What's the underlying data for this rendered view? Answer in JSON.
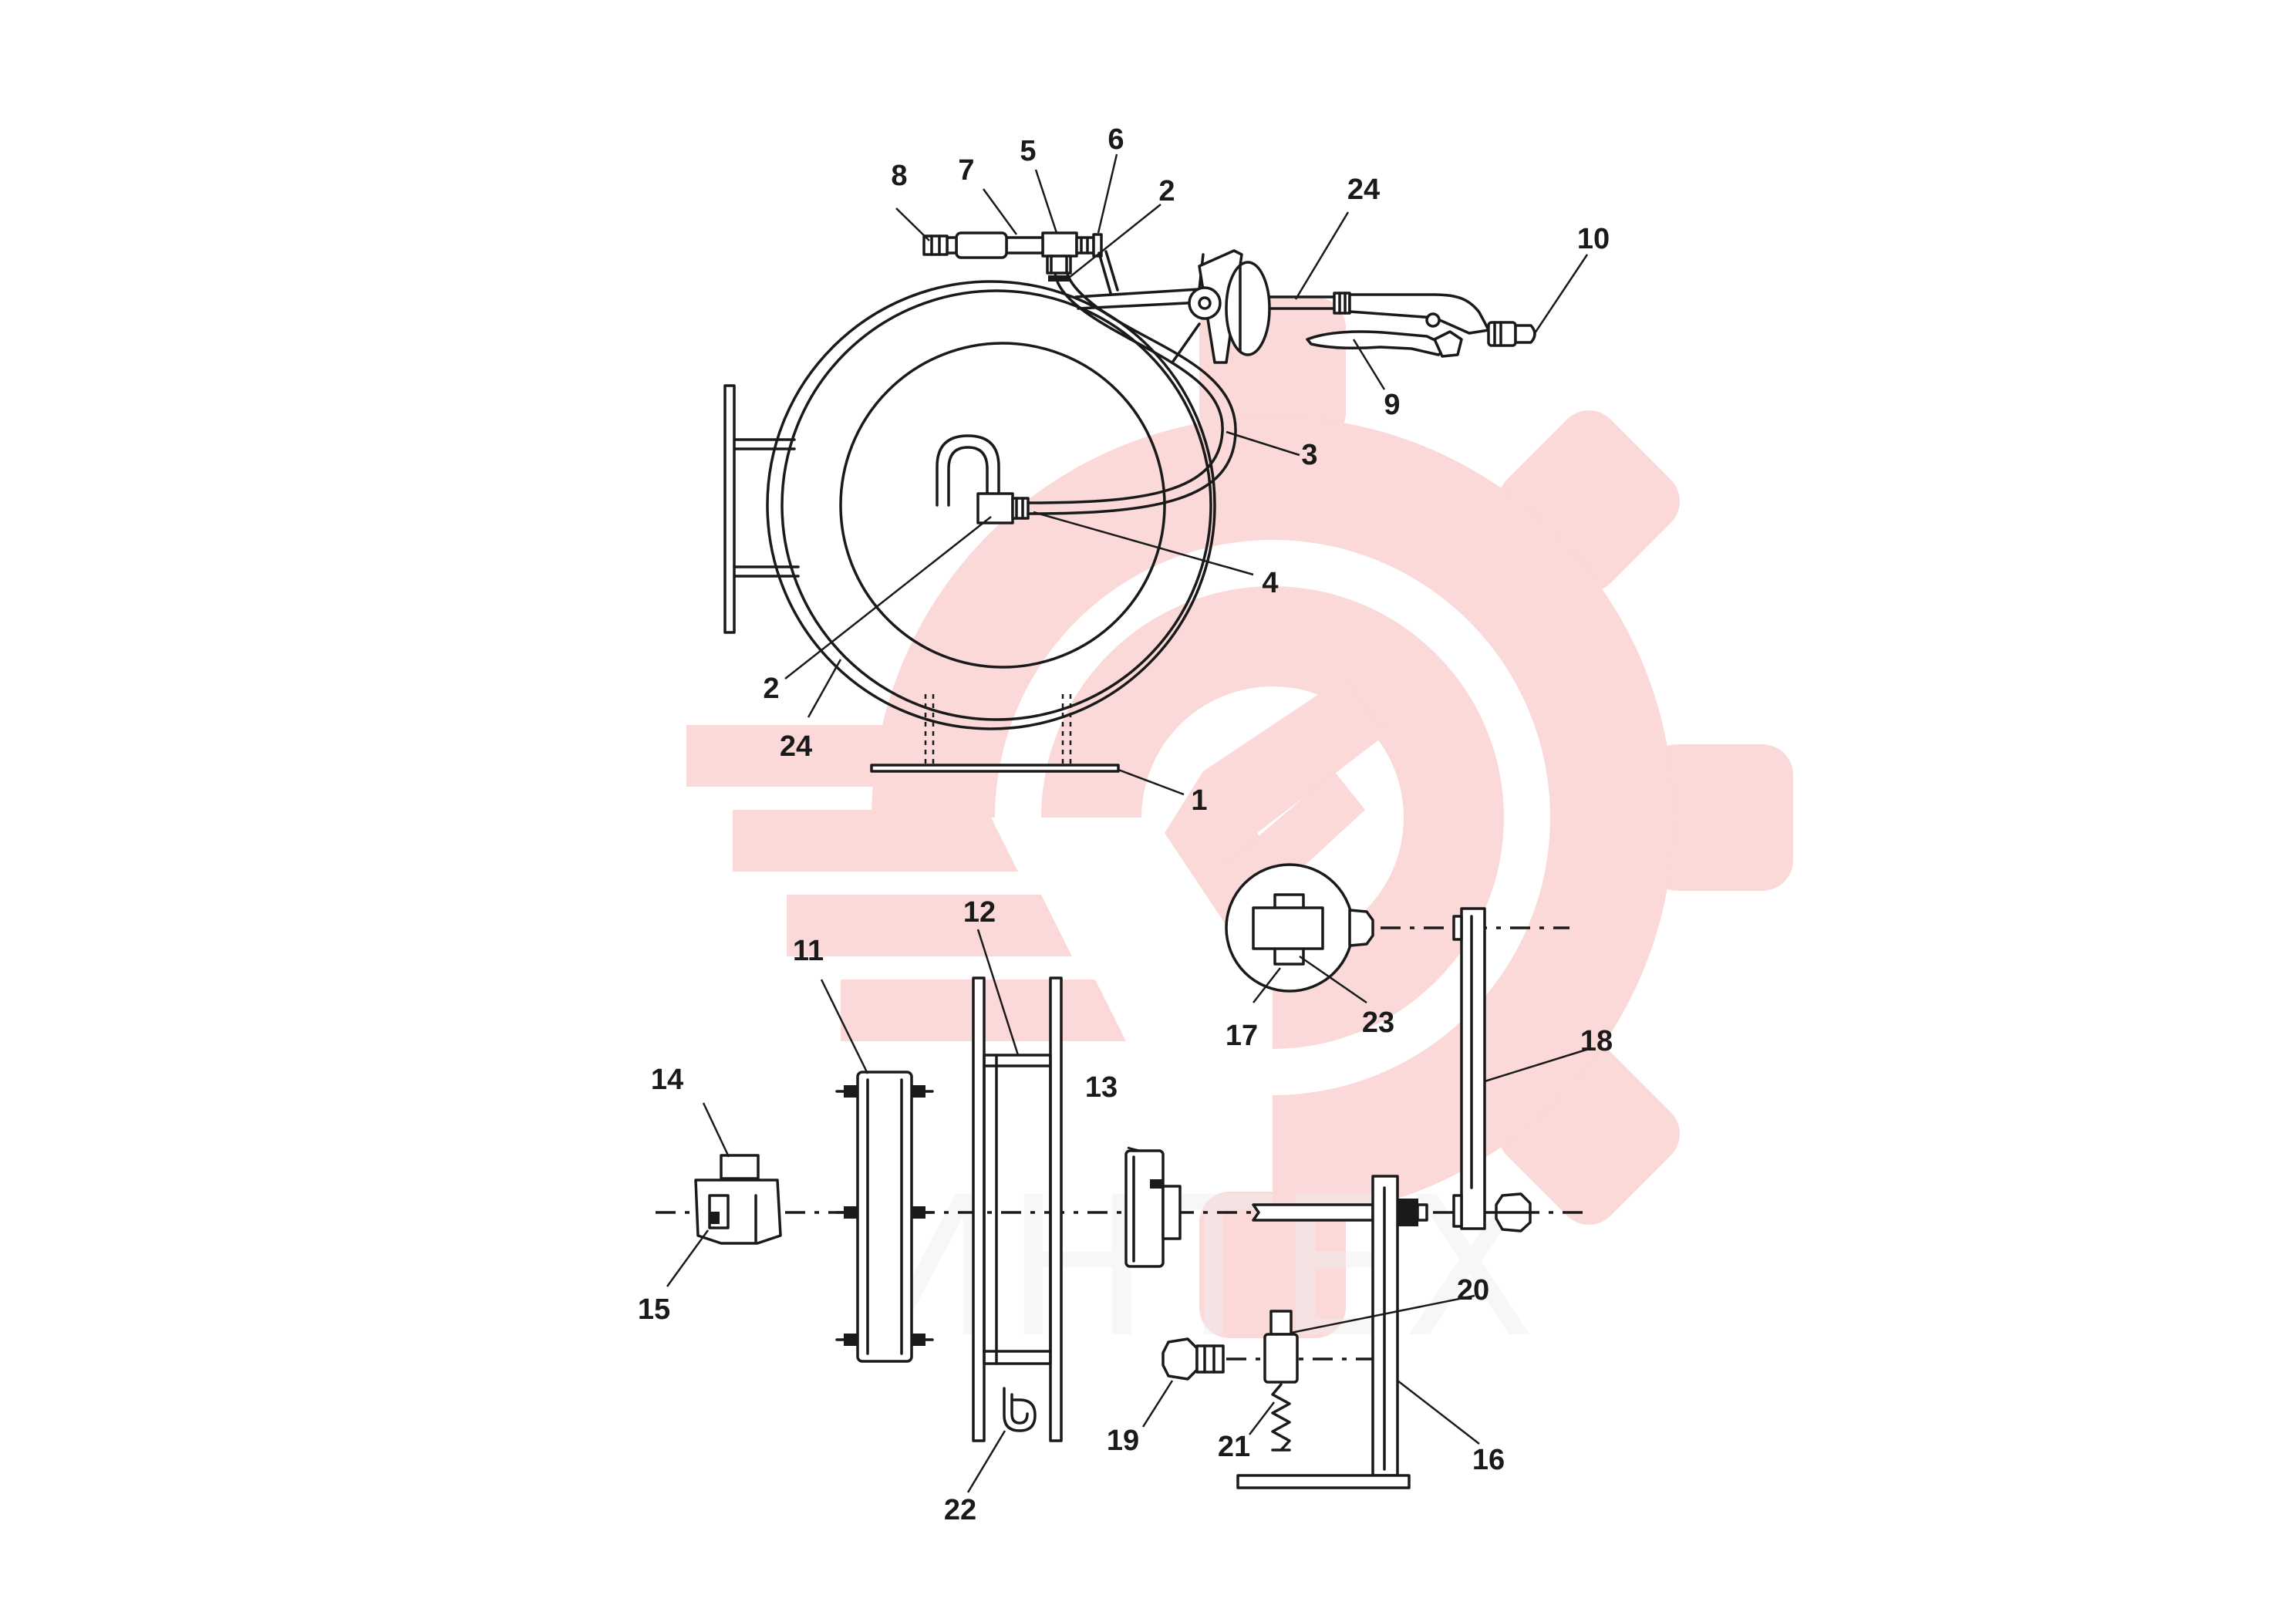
{
  "colors": {
    "line": "#1a1a1a",
    "watermark_red": "#f39a9a",
    "watermark_gray": "#d2d2d2",
    "background": "#ffffff"
  },
  "watermark": {
    "text": "ИНТЕХ",
    "logo": "gear-logo"
  },
  "callouts": {
    "c1": "1",
    "c2a": "2",
    "c2b": "2",
    "c3": "3",
    "c4": "4",
    "c5": "5",
    "c6": "6",
    "c7": "7",
    "c8": "8",
    "c9": "9",
    "c10": "10",
    "c11": "11",
    "c12": "12",
    "c13": "13",
    "c14": "14",
    "c15": "15",
    "c16": "16",
    "c17": "17",
    "c18": "18",
    "c19": "19",
    "c20": "20",
    "c21": "21",
    "c22": "22",
    "c23": "23",
    "c24a": "24",
    "c24b": "24"
  }
}
